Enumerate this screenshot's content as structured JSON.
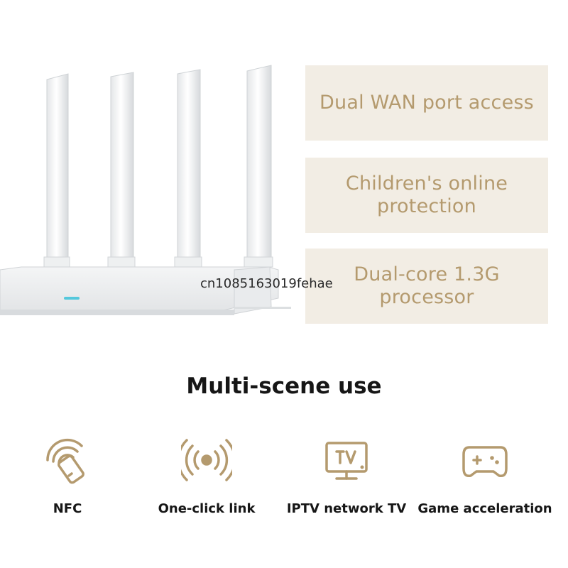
{
  "features": [
    {
      "lines": [
        "Dual WAN port access"
      ]
    },
    {
      "lines": [
        "Children's online",
        "protection"
      ]
    },
    {
      "lines": [
        "Dual-core 1.3G",
        "processor"
      ]
    }
  ],
  "watermark": "cn1085163019fehae",
  "section_title": "Multi-scene use",
  "uses": [
    {
      "label": "NFC",
      "icon": "nfc-icon"
    },
    {
      "label": "One-click link",
      "icon": "signal-icon"
    },
    {
      "label": "IPTV network TV",
      "icon": "tv-icon"
    },
    {
      "label": "Game acceleration",
      "icon": "gamepad-icon"
    }
  ],
  "colors": {
    "accent": "#b49a6e",
    "box_bg": "#f2ede4",
    "indicator": "#54c8dc"
  }
}
